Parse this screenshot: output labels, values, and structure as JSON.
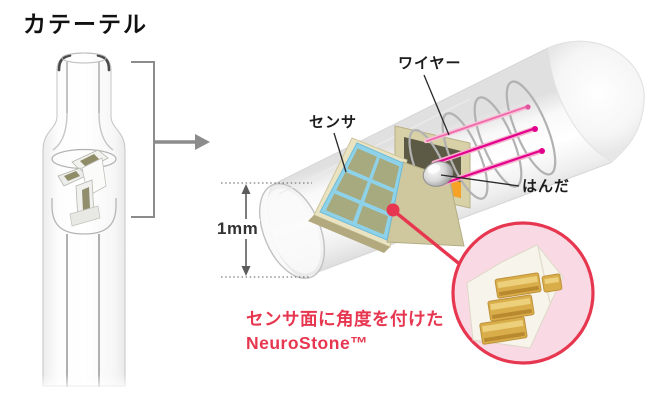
{
  "page": {
    "title": "カテーテル"
  },
  "diagram": {
    "labels": {
      "sensor": "センサ",
      "wire": "ワイヤー",
      "solder": "はんだ"
    },
    "dimension": {
      "value": "1mm"
    },
    "caption": {
      "line1": "センサ面に角度を付けた",
      "line2": "NeuroStone™"
    }
  },
  "icons": {
    "flow_arrow": "right-arrow",
    "dimension_arrow": "vertical-double-arrow"
  },
  "colors": {
    "accent_red": "#e73750",
    "inset_pink": "#f9d9e3",
    "wire_magenta": "#e2008c",
    "wire_sheath": "#f4afcb",
    "sensor_face_blue": "#8ed2ea",
    "sensor_cell_olive": "#a9a878",
    "wedge_tan": "#cfc79d",
    "substrate_orange": "#f5a226",
    "solder_silver": "#c9c9c9",
    "coil_gray": "#b2b2b2",
    "gold_bar": "#d9ae4a",
    "label_black": "#1c1c1c",
    "dimension_gray": "#5c5c5c"
  }
}
